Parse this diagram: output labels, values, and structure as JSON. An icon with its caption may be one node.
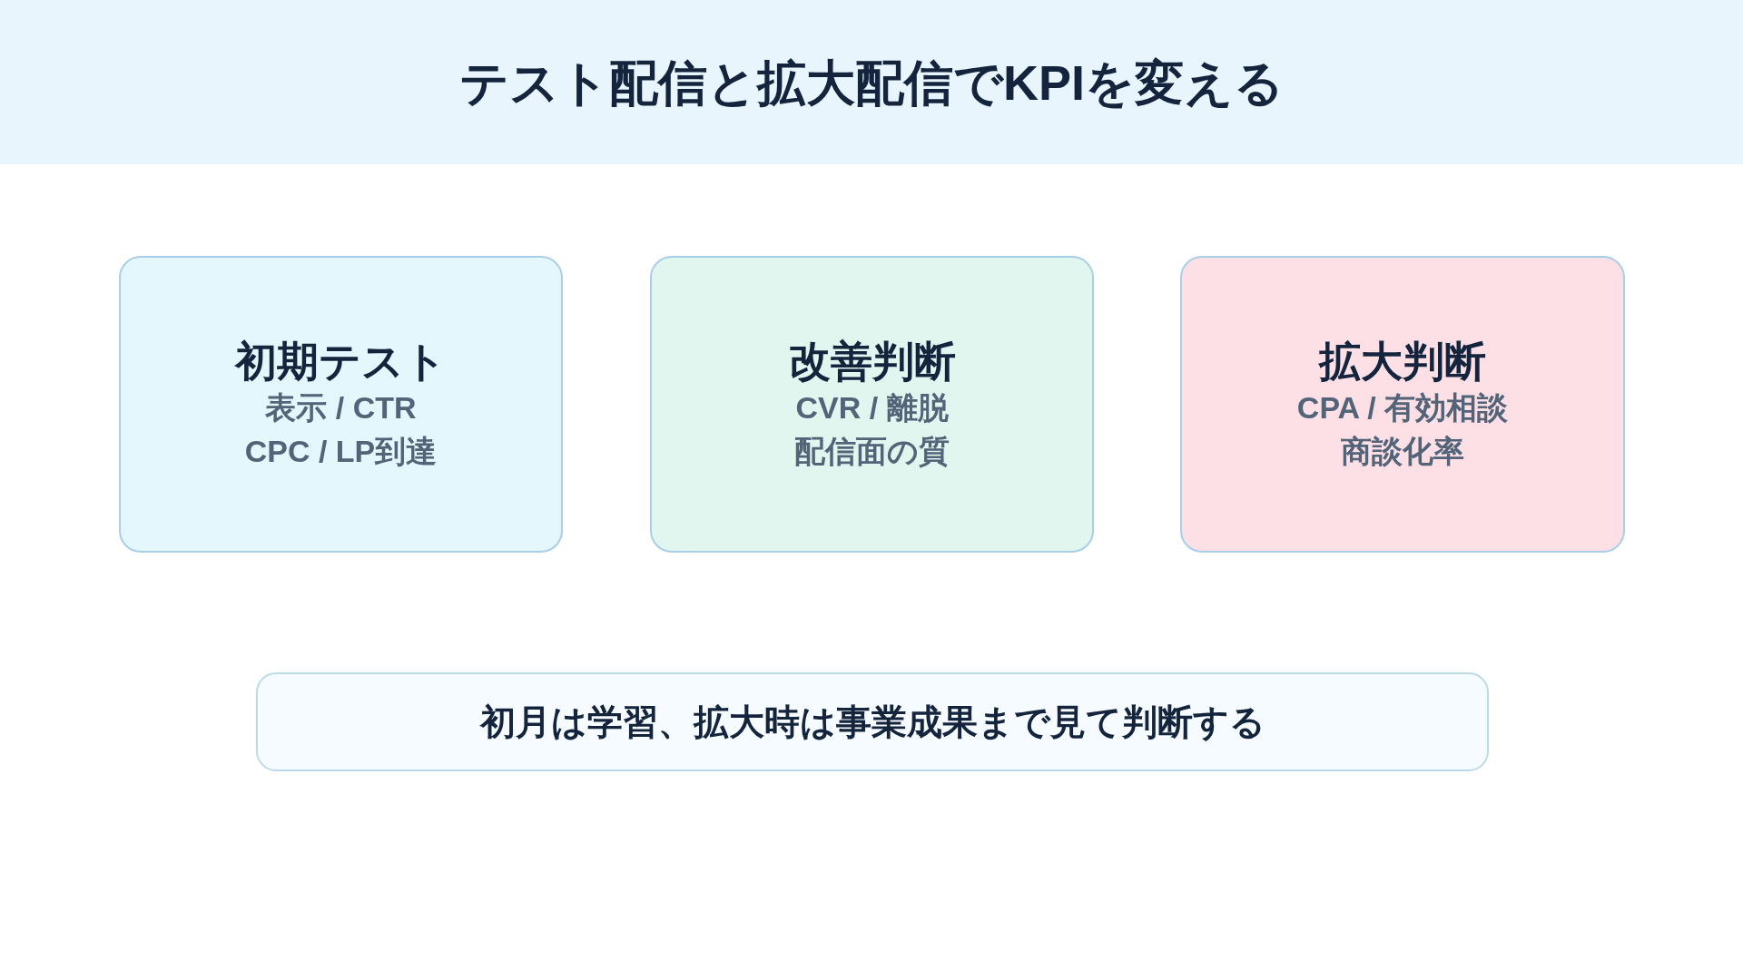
{
  "diagram": {
    "title": "テスト配信と拡大配信でKPIを変える",
    "nodes": [
      {
        "text": [
          "初期テスト",
          "表示 / CTR",
          "CPC / LP到達"
        ]
      },
      {
        "text": [
          "改善判断",
          "CVR / 離脱",
          "配信面の質"
        ]
      },
      {
        "text": [
          "拡大判断",
          "CPA / 有効相談",
          "商談化率"
        ]
      },
      {
        "text": [
          "初月は学習、拡大時は事業成果まで見て判断する"
        ]
      }
    ]
  }
}
